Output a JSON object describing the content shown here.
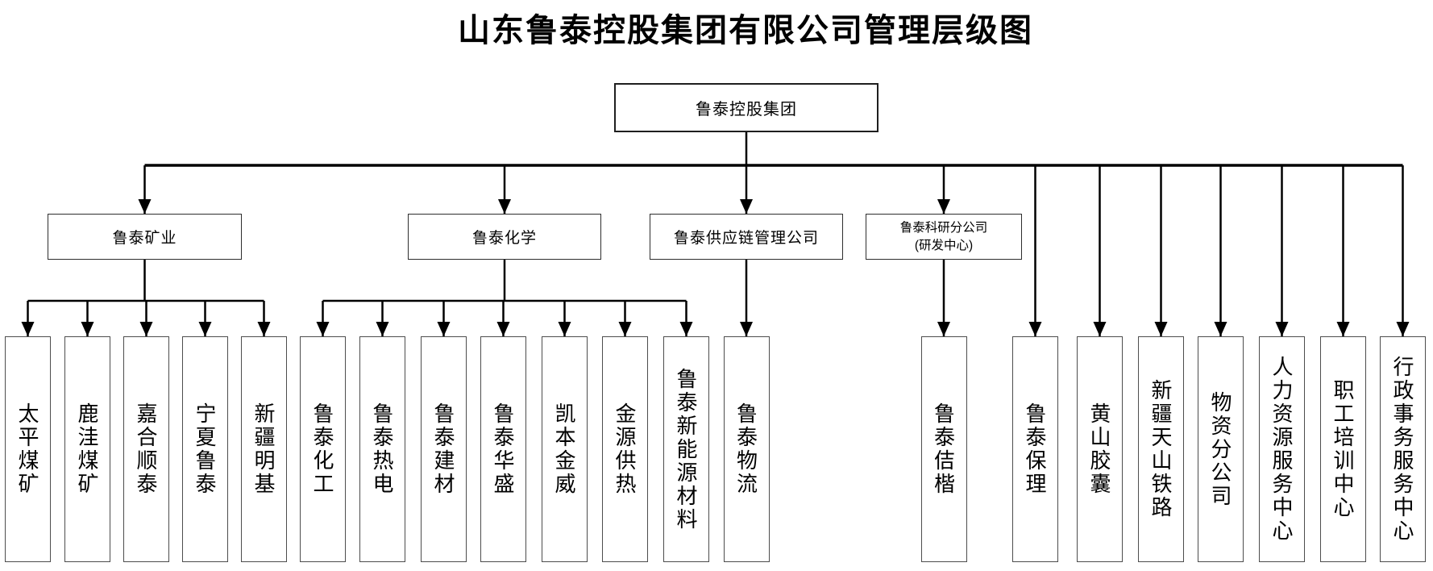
{
  "title": "山东鲁泰控股集团有限公司管理层级图",
  "root": {
    "label": "鲁泰控股集团"
  },
  "divisions": [
    {
      "label": "鲁泰矿业",
      "sub": [
        "太平煤矿",
        "鹿洼煤矿",
        "嘉合顺泰",
        "宁夏鲁泰",
        "新疆明基"
      ]
    },
    {
      "label": "鲁泰化学",
      "sub": [
        "鲁泰化工",
        "鲁泰热电",
        "鲁泰建材",
        "鲁泰华盛",
        "凯本金威",
        "金源供热",
        "鲁泰新能源材料"
      ]
    },
    {
      "label": "鲁泰供应链管理公司",
      "sub": [
        "鲁泰物流"
      ]
    },
    {
      "label": "鲁泰科研分公司\n(研发中心)",
      "sub": [
        "鲁泰佶楷"
      ]
    }
  ],
  "direct": [
    "鲁泰保理",
    "黄山胶囊",
    "新疆天山铁路",
    "物资分公司",
    "人力资源服务中心",
    "职工培训中心",
    "行政事务服务中心"
  ],
  "colors": {
    "background": "#ffffff",
    "text": "#000000",
    "connector_line": "#000000",
    "box_border_dark": "#2e2e2e",
    "box_border_gray": "#4d4d4d"
  }
}
